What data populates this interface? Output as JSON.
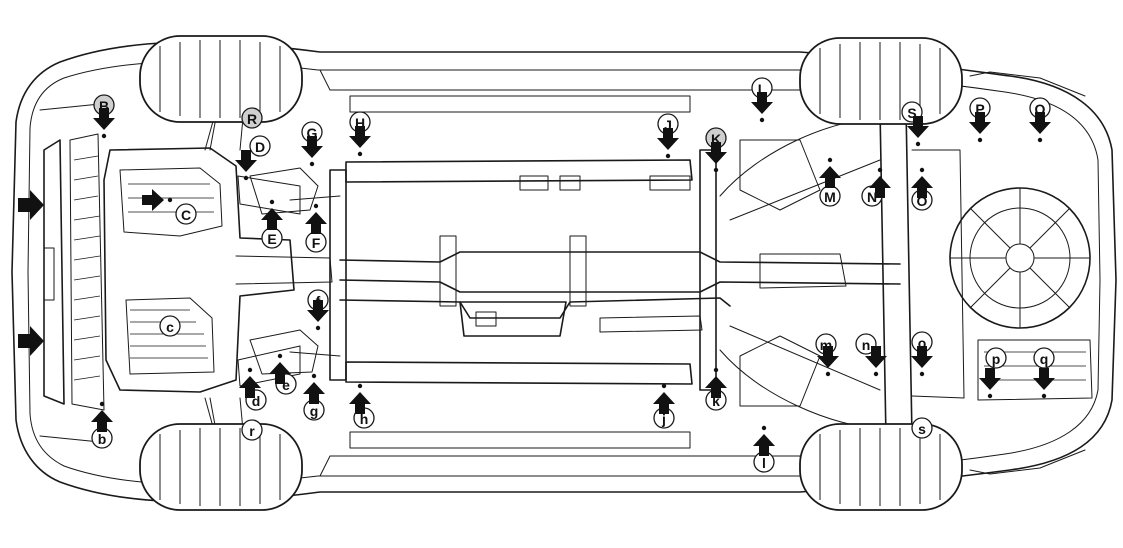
{
  "diagram": {
    "subject": "vehicle underbody lift and jacking points",
    "callouts_upper": [
      "B",
      "R",
      "D",
      "G",
      "H",
      "C",
      "E",
      "F",
      "J",
      "K",
      "L",
      "M",
      "N",
      "S",
      "O",
      "P",
      "Q"
    ],
    "callouts_lower": [
      "c",
      "f",
      "d",
      "e",
      "g",
      "h",
      "r",
      "b",
      "j",
      "k",
      "l",
      "m",
      "n",
      "o",
      "s",
      "p",
      "q"
    ],
    "labels": {
      "B": "B",
      "R": "R",
      "D": "D",
      "G": "G",
      "H": "H",
      "C": "C",
      "E": "E",
      "F": "F",
      "J": "J",
      "K": "K",
      "L": "L",
      "M": "M",
      "N": "N",
      "S": "S",
      "O": "O",
      "P": "P",
      "Q": "Q",
      "c": "c",
      "f": "f",
      "d": "d",
      "e": "e",
      "g": "g",
      "h": "h",
      "r": "r",
      "b": "b",
      "j": "j",
      "k": "k",
      "l": "l",
      "m": "m",
      "n": "n",
      "o": "o",
      "s": "s",
      "p": "p",
      "q": "q"
    },
    "colors": {
      "line": "#1a1a1a",
      "arrow": "#111111",
      "background": "#ffffff",
      "callout_fill": "#ffffff"
    }
  }
}
